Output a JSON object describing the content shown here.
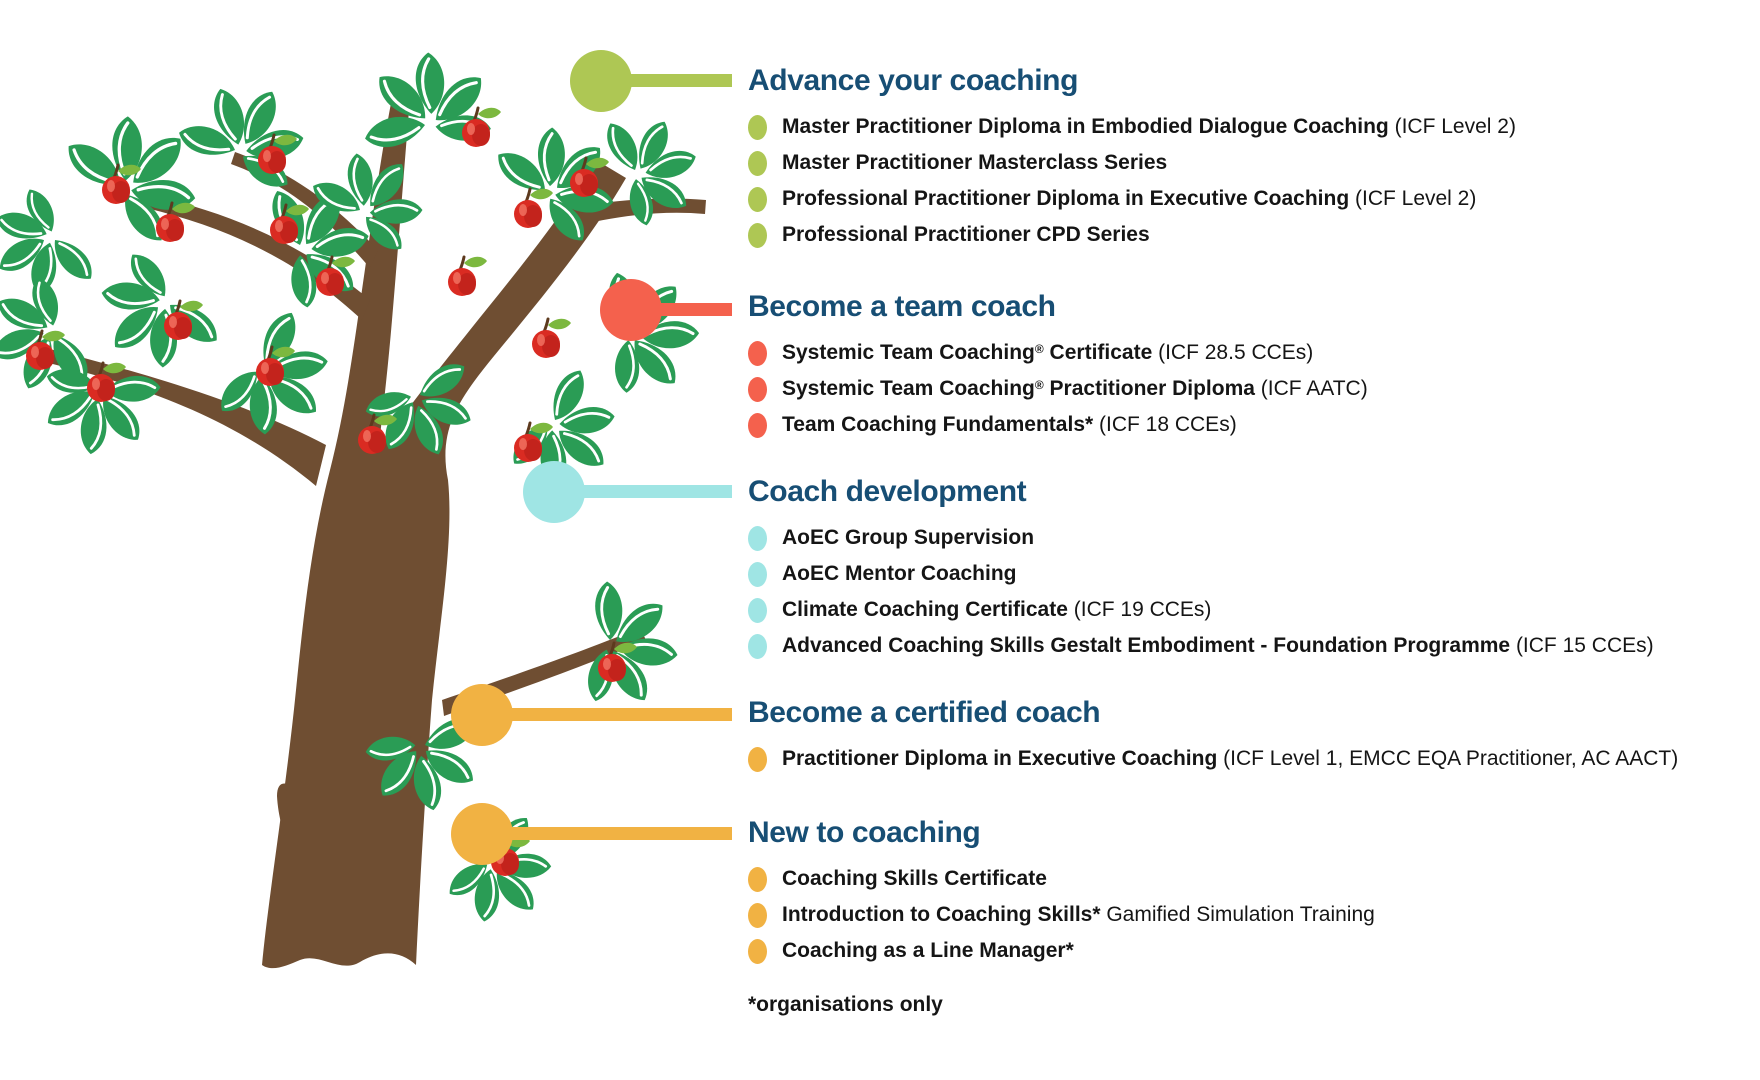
{
  "heading_color": "#174e74",
  "sections": [
    {
      "id": "advance-your-coaching",
      "heading": "Advance your coaching",
      "marker_color": "#aec754",
      "items": [
        {
          "bold": "Master Practitioner Diploma in Embodied Dialogue Coaching",
          "normal": "(ICF Level 2)"
        },
        {
          "bold": "Master Practitioner Masterclass Series",
          "normal": ""
        },
        {
          "bold": "Professional Practitioner Diploma in Executive Coaching",
          "normal": "(ICF Level 2)"
        },
        {
          "bold": "Professional Practitioner CPD Series",
          "normal": ""
        }
      ]
    },
    {
      "id": "become-a-team-coach",
      "heading": "Become a team coach",
      "marker_color": "#f4614d",
      "items": [
        {
          "bold": "Systemic Team Coaching® Certificate",
          "normal": "(ICF 28.5 CCEs)"
        },
        {
          "bold": "Systemic Team Coaching® Practitioner Diploma",
          "normal": "(ICF AATC)"
        },
        {
          "bold": "Team Coaching Fundamentals*",
          "normal": "(ICF 18 CCEs)"
        }
      ]
    },
    {
      "id": "coach-development",
      "heading": "Coach development",
      "marker_color": "#9fe5e4",
      "items": [
        {
          "bold": "AoEC Group Supervision",
          "normal": ""
        },
        {
          "bold": "AoEC Mentor Coaching",
          "normal": ""
        },
        {
          "bold": "Climate Coaching Certificate",
          "normal": "(ICF 19 CCEs)"
        },
        {
          "bold": "Advanced Coaching Skills Gestalt Embodiment - Foundation Programme",
          "normal": "(ICF 15 CCEs)"
        }
      ]
    },
    {
      "id": "become-a-certified-coach",
      "heading": "Become a certified coach",
      "marker_color": "#f1b243",
      "items": [
        {
          "bold": "Practitioner Diploma in Executive Coaching",
          "normal": "(ICF Level 1, EMCC EQA Practitioner, AC AACT)"
        }
      ]
    },
    {
      "id": "new-to-coaching",
      "heading": "New to coaching",
      "marker_color": "#f1b243",
      "items": [
        {
          "bold": "Coaching Skills Certificate",
          "normal": ""
        },
        {
          "bold": "Introduction to Coaching Skills*",
          "normal": "Gamified Simulation Training"
        },
        {
          "bold": "Coaching as a Line Manager*",
          "normal": ""
        }
      ]
    }
  ],
  "footnote": "*organisations only",
  "illustration": {
    "name": "apple-tree",
    "trunk_color": "#6f4e32",
    "leaf_color": "#2a9c55",
    "leaf_vein_color": "#ffffff",
    "apple_color": "#da2b22",
    "apple_shade_color": "#c3231c",
    "apple_leaf_color": "#7cb83f",
    "apple_stem_color": "#5d3a1e"
  }
}
